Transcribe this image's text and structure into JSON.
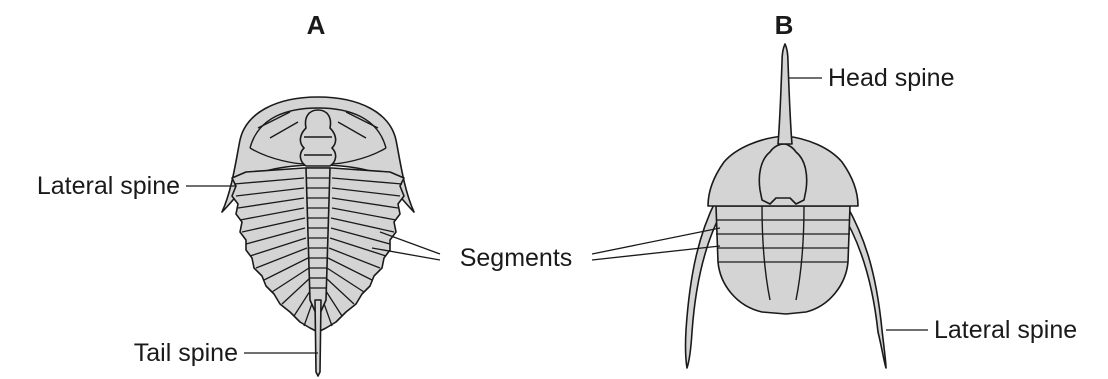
{
  "specimens": [
    {
      "title": "A",
      "labels": {
        "lateral_spine": "Lateral spine",
        "tail_spine": "Tail spine"
      }
    },
    {
      "title": "B",
      "labels": {
        "head_spine": "Head spine",
        "lateral_spine": "Lateral spine"
      }
    }
  ],
  "shared_labels": {
    "segments": "Segments"
  },
  "colors": {
    "body_fill": "#d4d4d4",
    "outline": "#1a1a1a",
    "text": "#1a1a1a"
  }
}
